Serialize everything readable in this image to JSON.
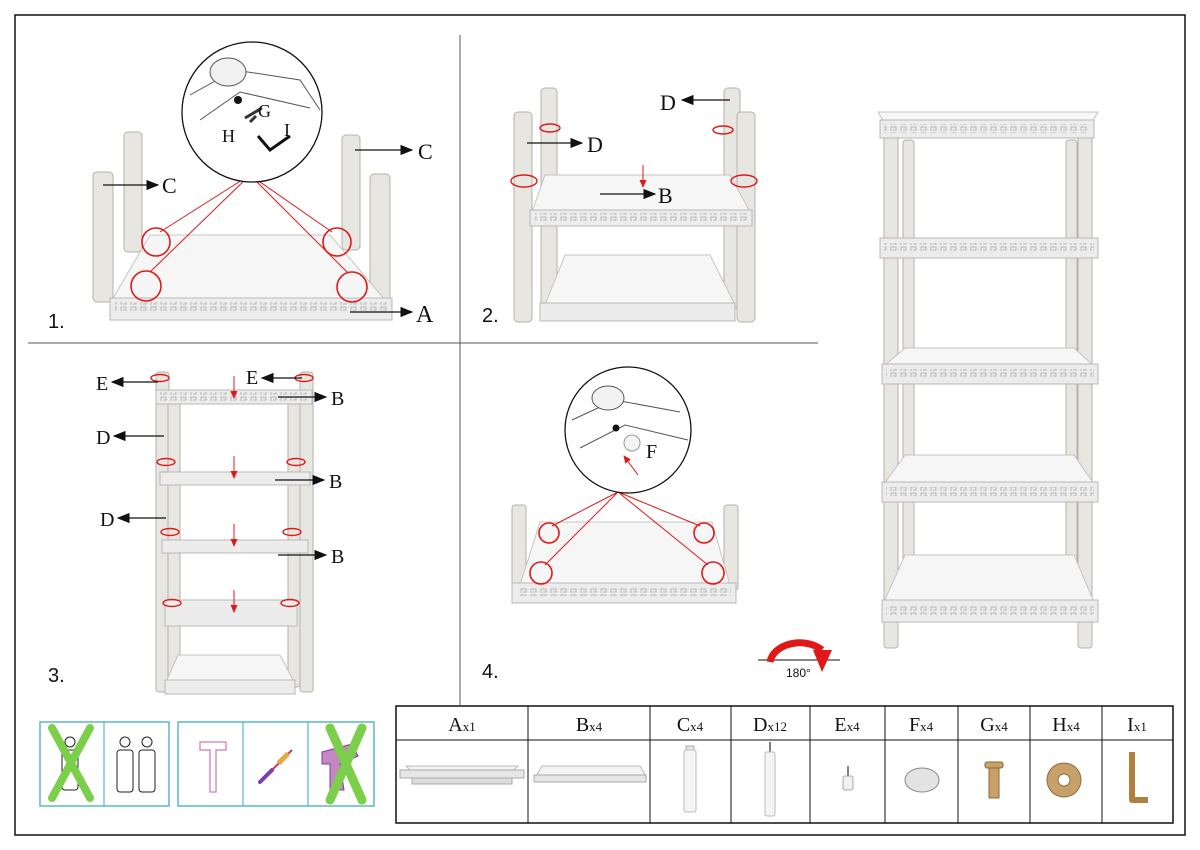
{
  "steps": [
    "1.",
    "2.",
    "3.",
    "4."
  ],
  "callouts": {
    "A": "A",
    "B": "B",
    "C": "C",
    "D": "D",
    "E": "E",
    "F": "F",
    "G": "G",
    "H": "H",
    "I": "I"
  },
  "rotation": {
    "label": "180°"
  },
  "parts": [
    {
      "letter": "A",
      "qty": "x1"
    },
    {
      "letter": "B",
      "qty": "x4"
    },
    {
      "letter": "C",
      "qty": "x4"
    },
    {
      "letter": "D",
      "qty": "x12"
    },
    {
      "letter": "E",
      "qty": "x4"
    },
    {
      "letter": "F",
      "qty": "x4"
    },
    {
      "letter": "G",
      "qty": "x4"
    },
    {
      "letter": "H",
      "qty": "x4"
    },
    {
      "letter": "I",
      "qty": "x1"
    }
  ],
  "requirements": {
    "people": [
      "one-person-icon (crossed out)",
      "two-people-icon"
    ],
    "tools": [
      "hammer-icon",
      "screwdriver-icon",
      "power-drill-icon (crossed out)"
    ]
  },
  "colors": {
    "accent": "#e01818",
    "box": "#5ab8c8",
    "cross": "#7ccf4a",
    "hardware": "#c8a06a"
  }
}
